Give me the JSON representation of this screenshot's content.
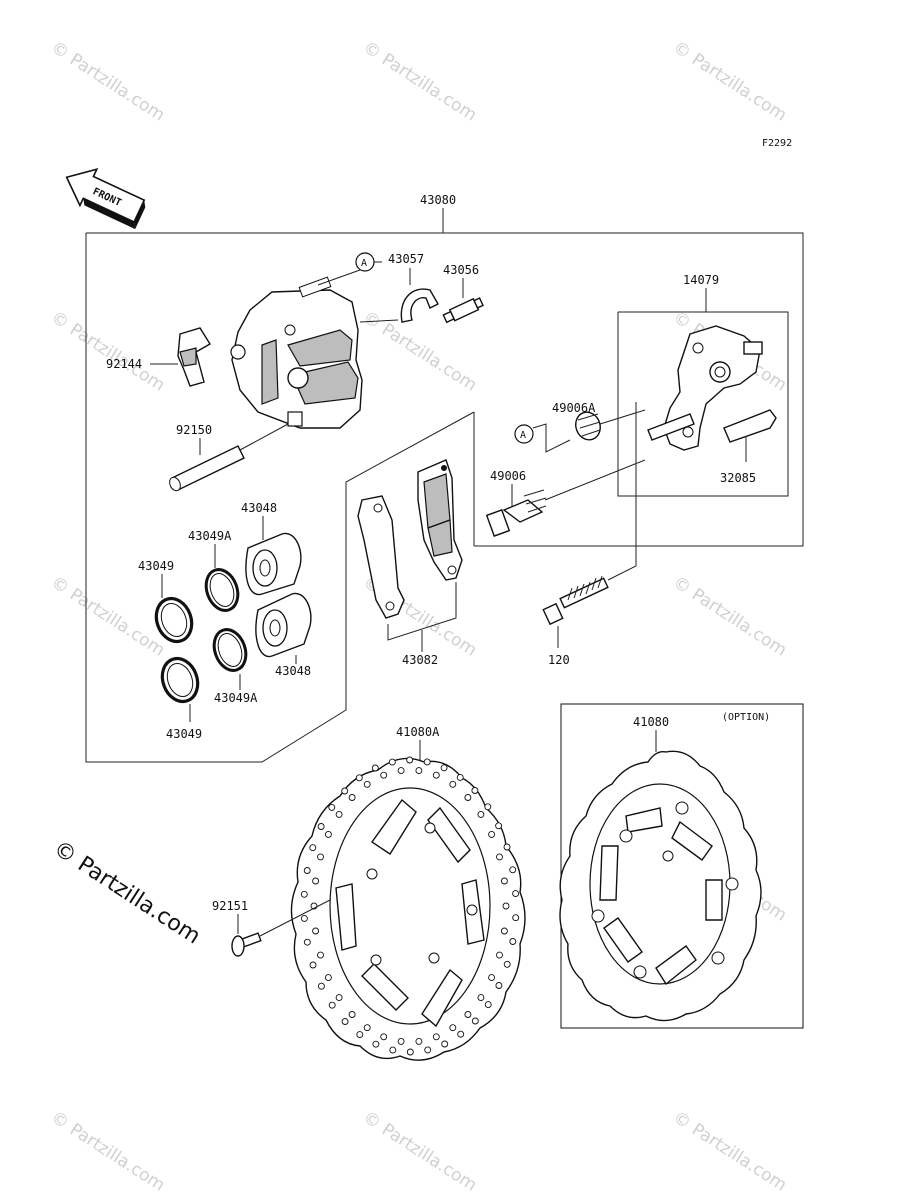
{
  "diagram_code": "F2292",
  "front_label": "FRONT",
  "option_label": "(OPTION)",
  "watermark_text": "© Partzilla.com",
  "callouts": {
    "c43080": "43080",
    "c43057": "43057",
    "c43056": "43056",
    "c14079": "14079",
    "c92144": "92144",
    "c49006A": "49006A",
    "c92150": "92150",
    "c32085": "32085",
    "c49006": "49006",
    "c43048_top": "43048",
    "c43049A_top": "43049A",
    "c43049_top": "43049",
    "c43048_bot": "43048",
    "c43049A_bot": "43049A",
    "c43049_bot": "43049",
    "c43082": "43082",
    "c120": "120",
    "c41080A": "41080A",
    "c41080": "41080",
    "c92151": "92151",
    "refA_top": "A",
    "refA_mid": "A"
  }
}
